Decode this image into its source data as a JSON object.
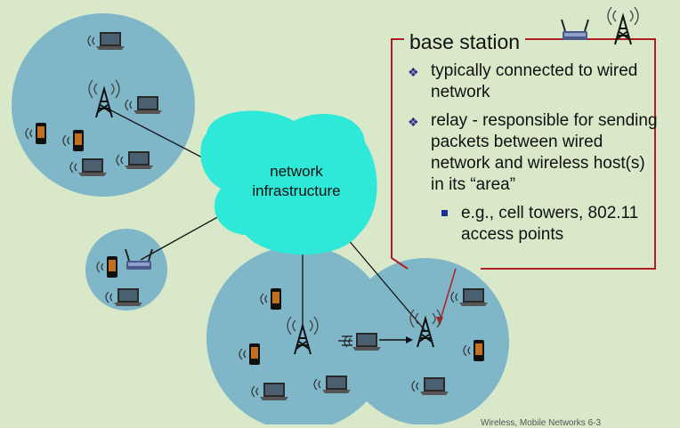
{
  "callout": {
    "title": "base station",
    "bullets": [
      "typically connected to wired network",
      "relay - responsible for sending packets between wired network and wireless host(s) in its “area”"
    ],
    "sub_bullets": [
      "e.g., cell towers, 802.11 access points"
    ],
    "border_color": "#b01e24"
  },
  "cloud": {
    "label_line1": "network",
    "label_line2": "infrastructure",
    "color": "#2ee8d8"
  },
  "cell_color": "#7fb7c9",
  "footer": "Wireless, Mobile Networks 6-3"
}
